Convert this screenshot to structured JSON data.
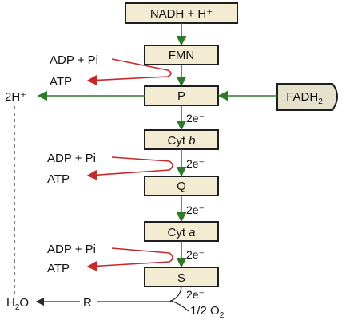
{
  "boxes": {
    "nadh": "NADH + H⁺",
    "fmn": "FMN",
    "p": "P",
    "cytb_prefix": "Cyt ",
    "cytb_letter": "b",
    "q": "Q",
    "cyta_prefix": "Cyt ",
    "cyta_letter": "a",
    "s": "S",
    "fadh_main": "FADH",
    "fadh_sub": "2"
  },
  "labels": {
    "adp": "ADP + Pi",
    "atp": "ATP",
    "two_h_plus": "2H⁺",
    "two_e": "2e⁻",
    "r": "R",
    "h2o_h": "H",
    "h2o_sub": "2",
    "h2o_o": "O",
    "half_o2_main": "1/2 O",
    "half_o2_sub": "2"
  },
  "colors": {
    "box_fill": "#f3ecd3",
    "flow_arrow": "#2f7a2a",
    "atp_arrow": "#c6282b"
  }
}
